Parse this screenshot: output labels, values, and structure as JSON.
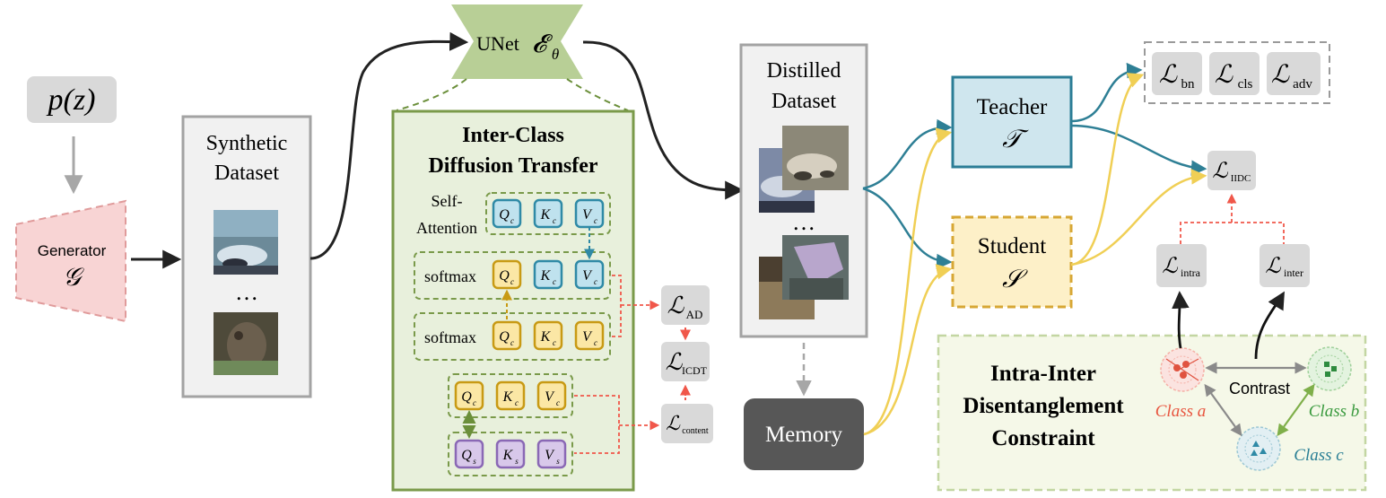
{
  "colors": {
    "gray_box": "#d9d9d9",
    "panel_gray": "#f1f1f1",
    "panel_green": "#e8f0dc",
    "border_green": "#7a9a4a",
    "unet_green": "#b8cf96",
    "generator_pink": "#f8d4d4",
    "generator_border": "#e09b9b",
    "teacher_blue": "#cfe6ee",
    "teacher_border": "#2b7d96",
    "student_yellow": "#fdf0c8",
    "student_border": "#d7a734",
    "q_yellow": "#fbe7a5",
    "q_border": "#c89a14",
    "kv_blue": "#bfe2ee",
    "kv_border": "#2f8aa6",
    "s_purple": "#d8c8ea",
    "s_border": "#8a68b5",
    "memory_dark": "#575757",
    "red_dash": "#f0574a",
    "yellow_arrow": "#f4d66a",
    "teal_arrow": "#2e7f95"
  },
  "prior": {
    "label": "p(z)"
  },
  "generator": {
    "label": "Generator",
    "symbol": "𝒢"
  },
  "synthetic": {
    "line1": "Synthetic",
    "line2": "Dataset",
    "ellipsis": "…"
  },
  "unet": {
    "label": "UNet ",
    "symbol": "𝓔",
    "subscript": "θ"
  },
  "icdt": {
    "title1": "Inter-Class",
    "title2": "Diffusion Transfer",
    "self_attention1": "Self-",
    "self_attention2": "Attention",
    "softmax": "softmax",
    "row1": [
      {
        "main": "Q",
        "sub": "c"
      },
      {
        "main": "K",
        "sub": "c"
      },
      {
        "main": "V",
        "sub": "c"
      }
    ],
    "row2": [
      {
        "main": "Q",
        "sub": "c"
      },
      {
        "main": "K",
        "sub": "c"
      },
      {
        "main": "V",
        "sub": "c"
      }
    ],
    "row3": [
      {
        "main": "Q",
        "sub": "c"
      },
      {
        "main": "K",
        "sub": "c"
      },
      {
        "main": "V",
        "sub": "c"
      }
    ],
    "row4": [
      {
        "main": "Q",
        "sub": "c"
      },
      {
        "main": "K",
        "sub": "c"
      },
      {
        "main": "V",
        "sub": "c"
      }
    ],
    "row5": [
      {
        "main": "Q",
        "sub": "s"
      },
      {
        "main": "K",
        "sub": "s"
      },
      {
        "main": "V",
        "sub": "s"
      }
    ]
  },
  "losses": {
    "ad": {
      "main": "ℒ",
      "sub": "AD"
    },
    "icdt": {
      "main": "ℒ",
      "sub": "ICDT"
    },
    "content": {
      "main": "ℒ",
      "sub": "content"
    },
    "bn": {
      "main": "ℒ",
      "sub": "bn"
    },
    "cls": {
      "main": "ℒ",
      "sub": "cls"
    },
    "adv": {
      "main": "ℒ",
      "sub": "adv"
    },
    "iidc": {
      "main": "ℒ",
      "sub": "IIDC"
    },
    "intra": {
      "main": "ℒ",
      "sub": "intra"
    },
    "inter": {
      "main": "ℒ",
      "sub": "inter"
    }
  },
  "distilled": {
    "line1": "Distilled",
    "line2": "Dataset",
    "ellipsis": "…"
  },
  "memory": {
    "label": "Memory"
  },
  "teacher": {
    "label": "Teacher",
    "symbol": "𝒯"
  },
  "student": {
    "label": "Student",
    "symbol": "𝒮"
  },
  "iidc_panel": {
    "title1": "Intra-Inter",
    "title2": "Disentanglement",
    "title3": "Constraint",
    "class_a": "Class a",
    "class_b": "Class b",
    "class_c": "Class c",
    "contrast": "Contrast"
  }
}
